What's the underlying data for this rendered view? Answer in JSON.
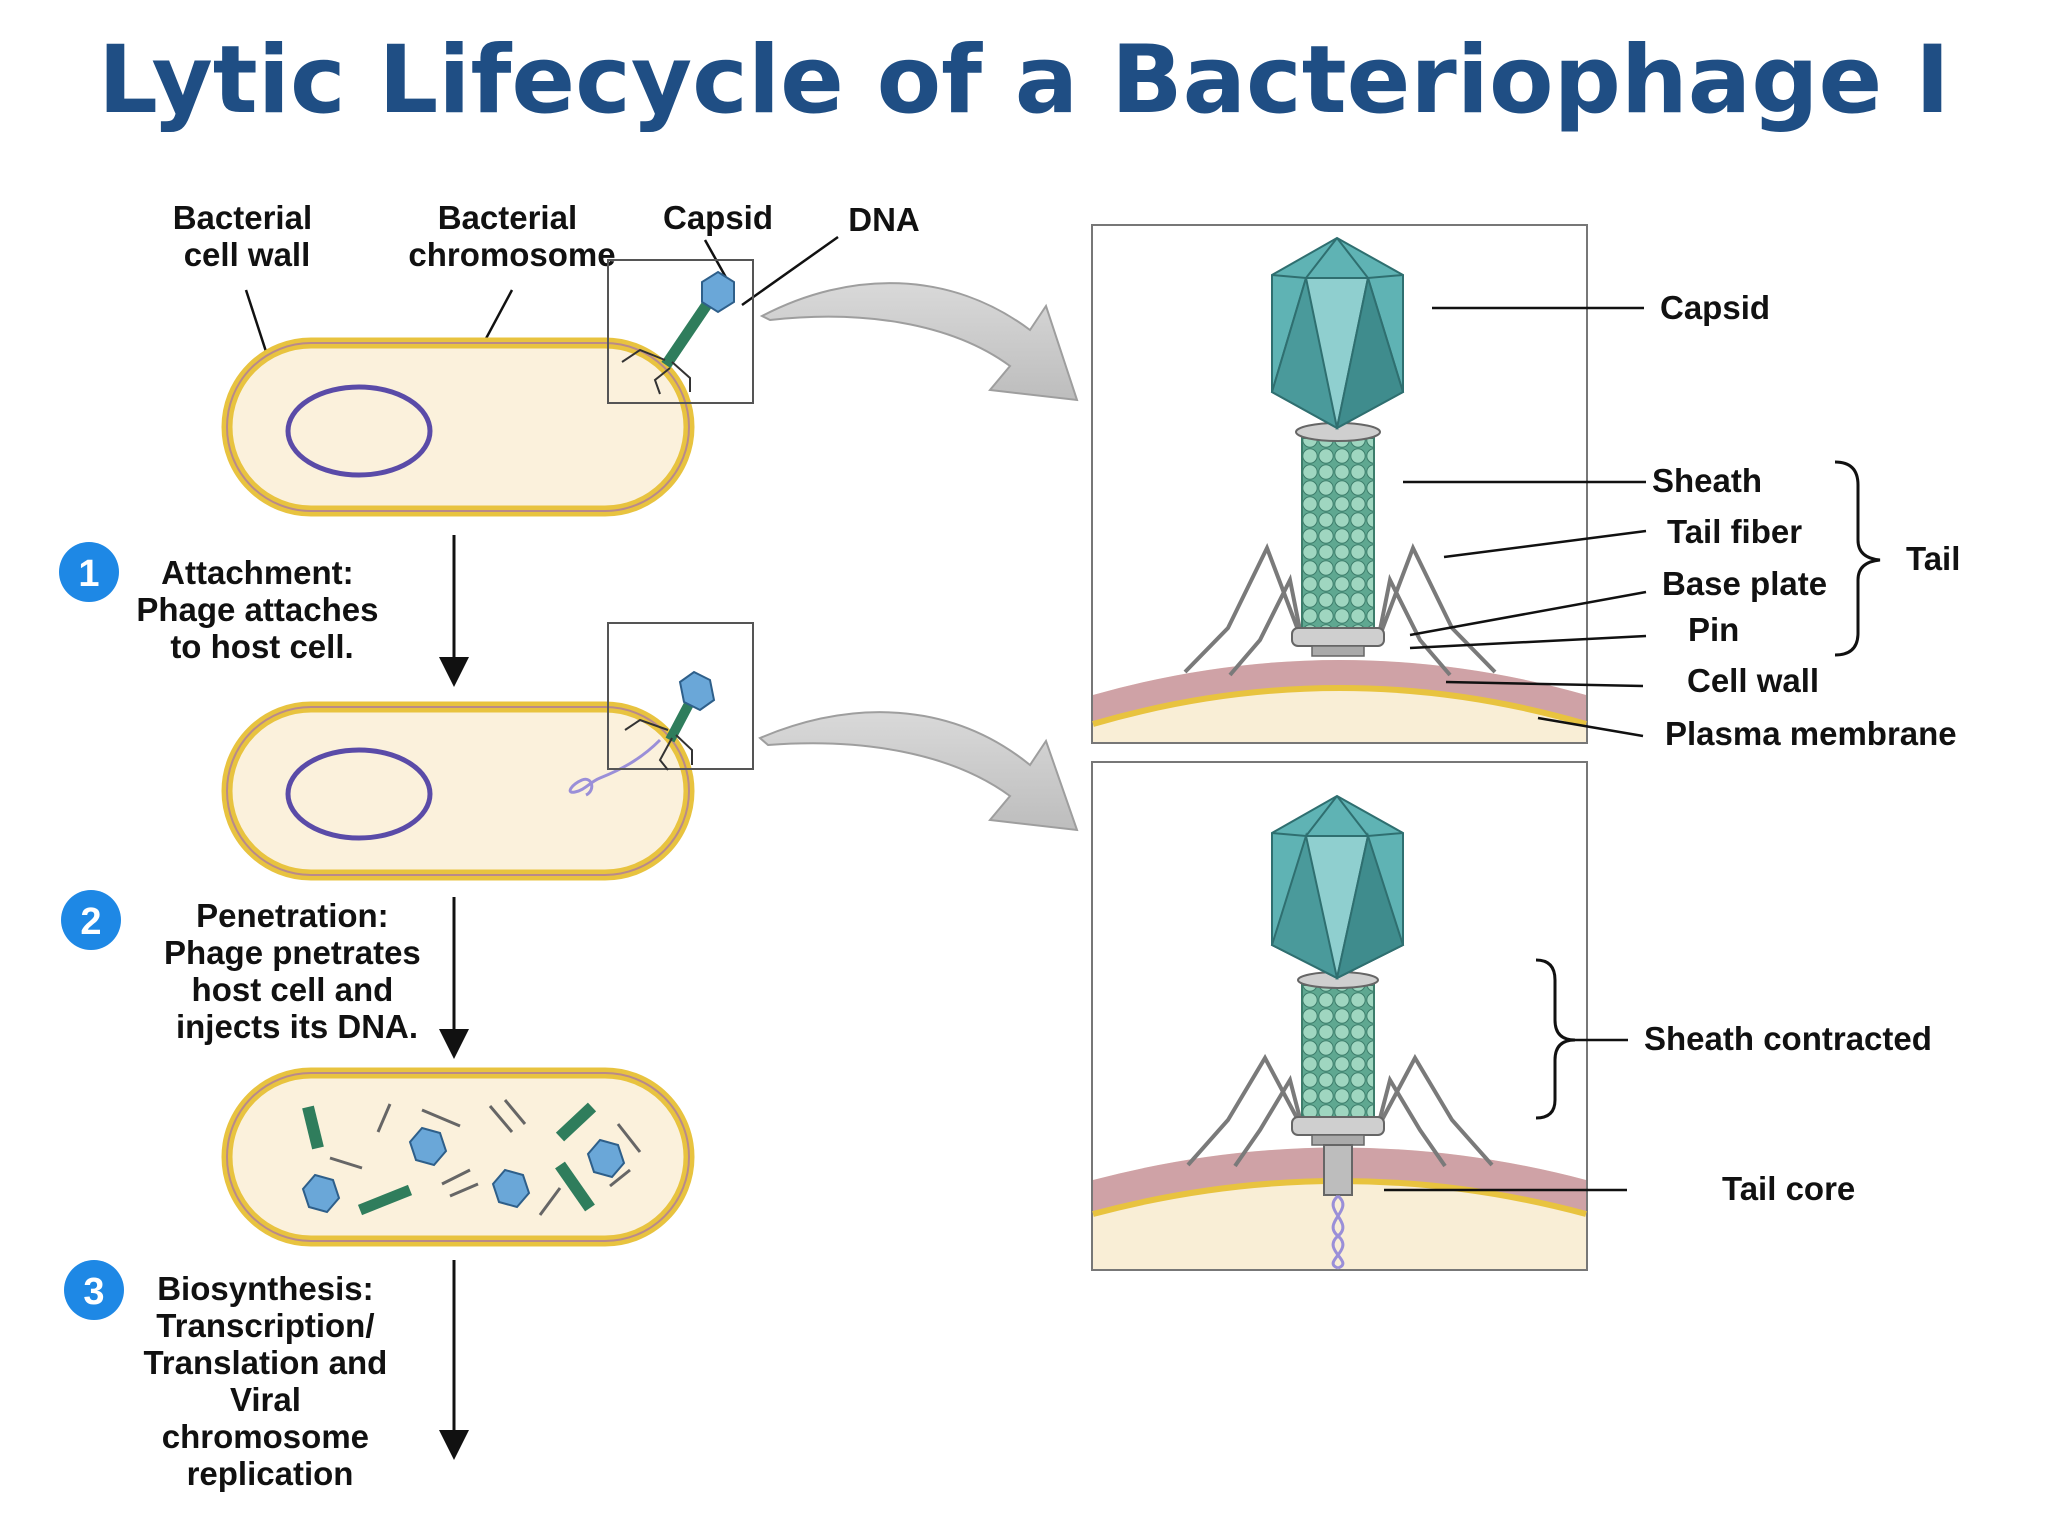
{
  "title": "Lytic Lifecycle of a Bacteriophage I",
  "left_labels": {
    "cell_wall": [
      "Bacterial",
      "cell wall"
    ],
    "chromosome": [
      "Bacterial",
      "chromosome"
    ],
    "capsid": "Capsid",
    "dna": "DNA"
  },
  "steps": [
    {
      "number": "1",
      "lines": [
        "Attachment:",
        "Phage attaches",
        "to host cell."
      ]
    },
    {
      "number": "2",
      "lines": [
        "Penetration:",
        "Phage pnetrates",
        "host cell and",
        "injects its DNA."
      ]
    },
    {
      "number": "3",
      "lines": [
        "Biosynthesis:",
        "Transcription/",
        "Translation and",
        "Viral",
        "chromosome",
        "replication"
      ]
    }
  ],
  "detail_top": {
    "capsid": "Capsid",
    "sheath": "Sheath",
    "tail_fiber": "Tail fiber",
    "base_plate": "Base plate",
    "pin": "Pin",
    "cell_wall": "Cell wall",
    "plasma_membrane": "Plasma membrane",
    "tail": "Tail"
  },
  "detail_bottom": {
    "sheath_contracted": "Sheath contracted",
    "tail_core": "Tail core"
  },
  "colors": {
    "title": "#1f4e84",
    "step_badge": "#1e88e5",
    "cell_fill": "#fbf1dc",
    "cell_border": "#e8c33f",
    "capsid": "#5fb3b4",
    "sheath": "#7cc2ad",
    "cell_wall_band": "#cfa2a6"
  }
}
